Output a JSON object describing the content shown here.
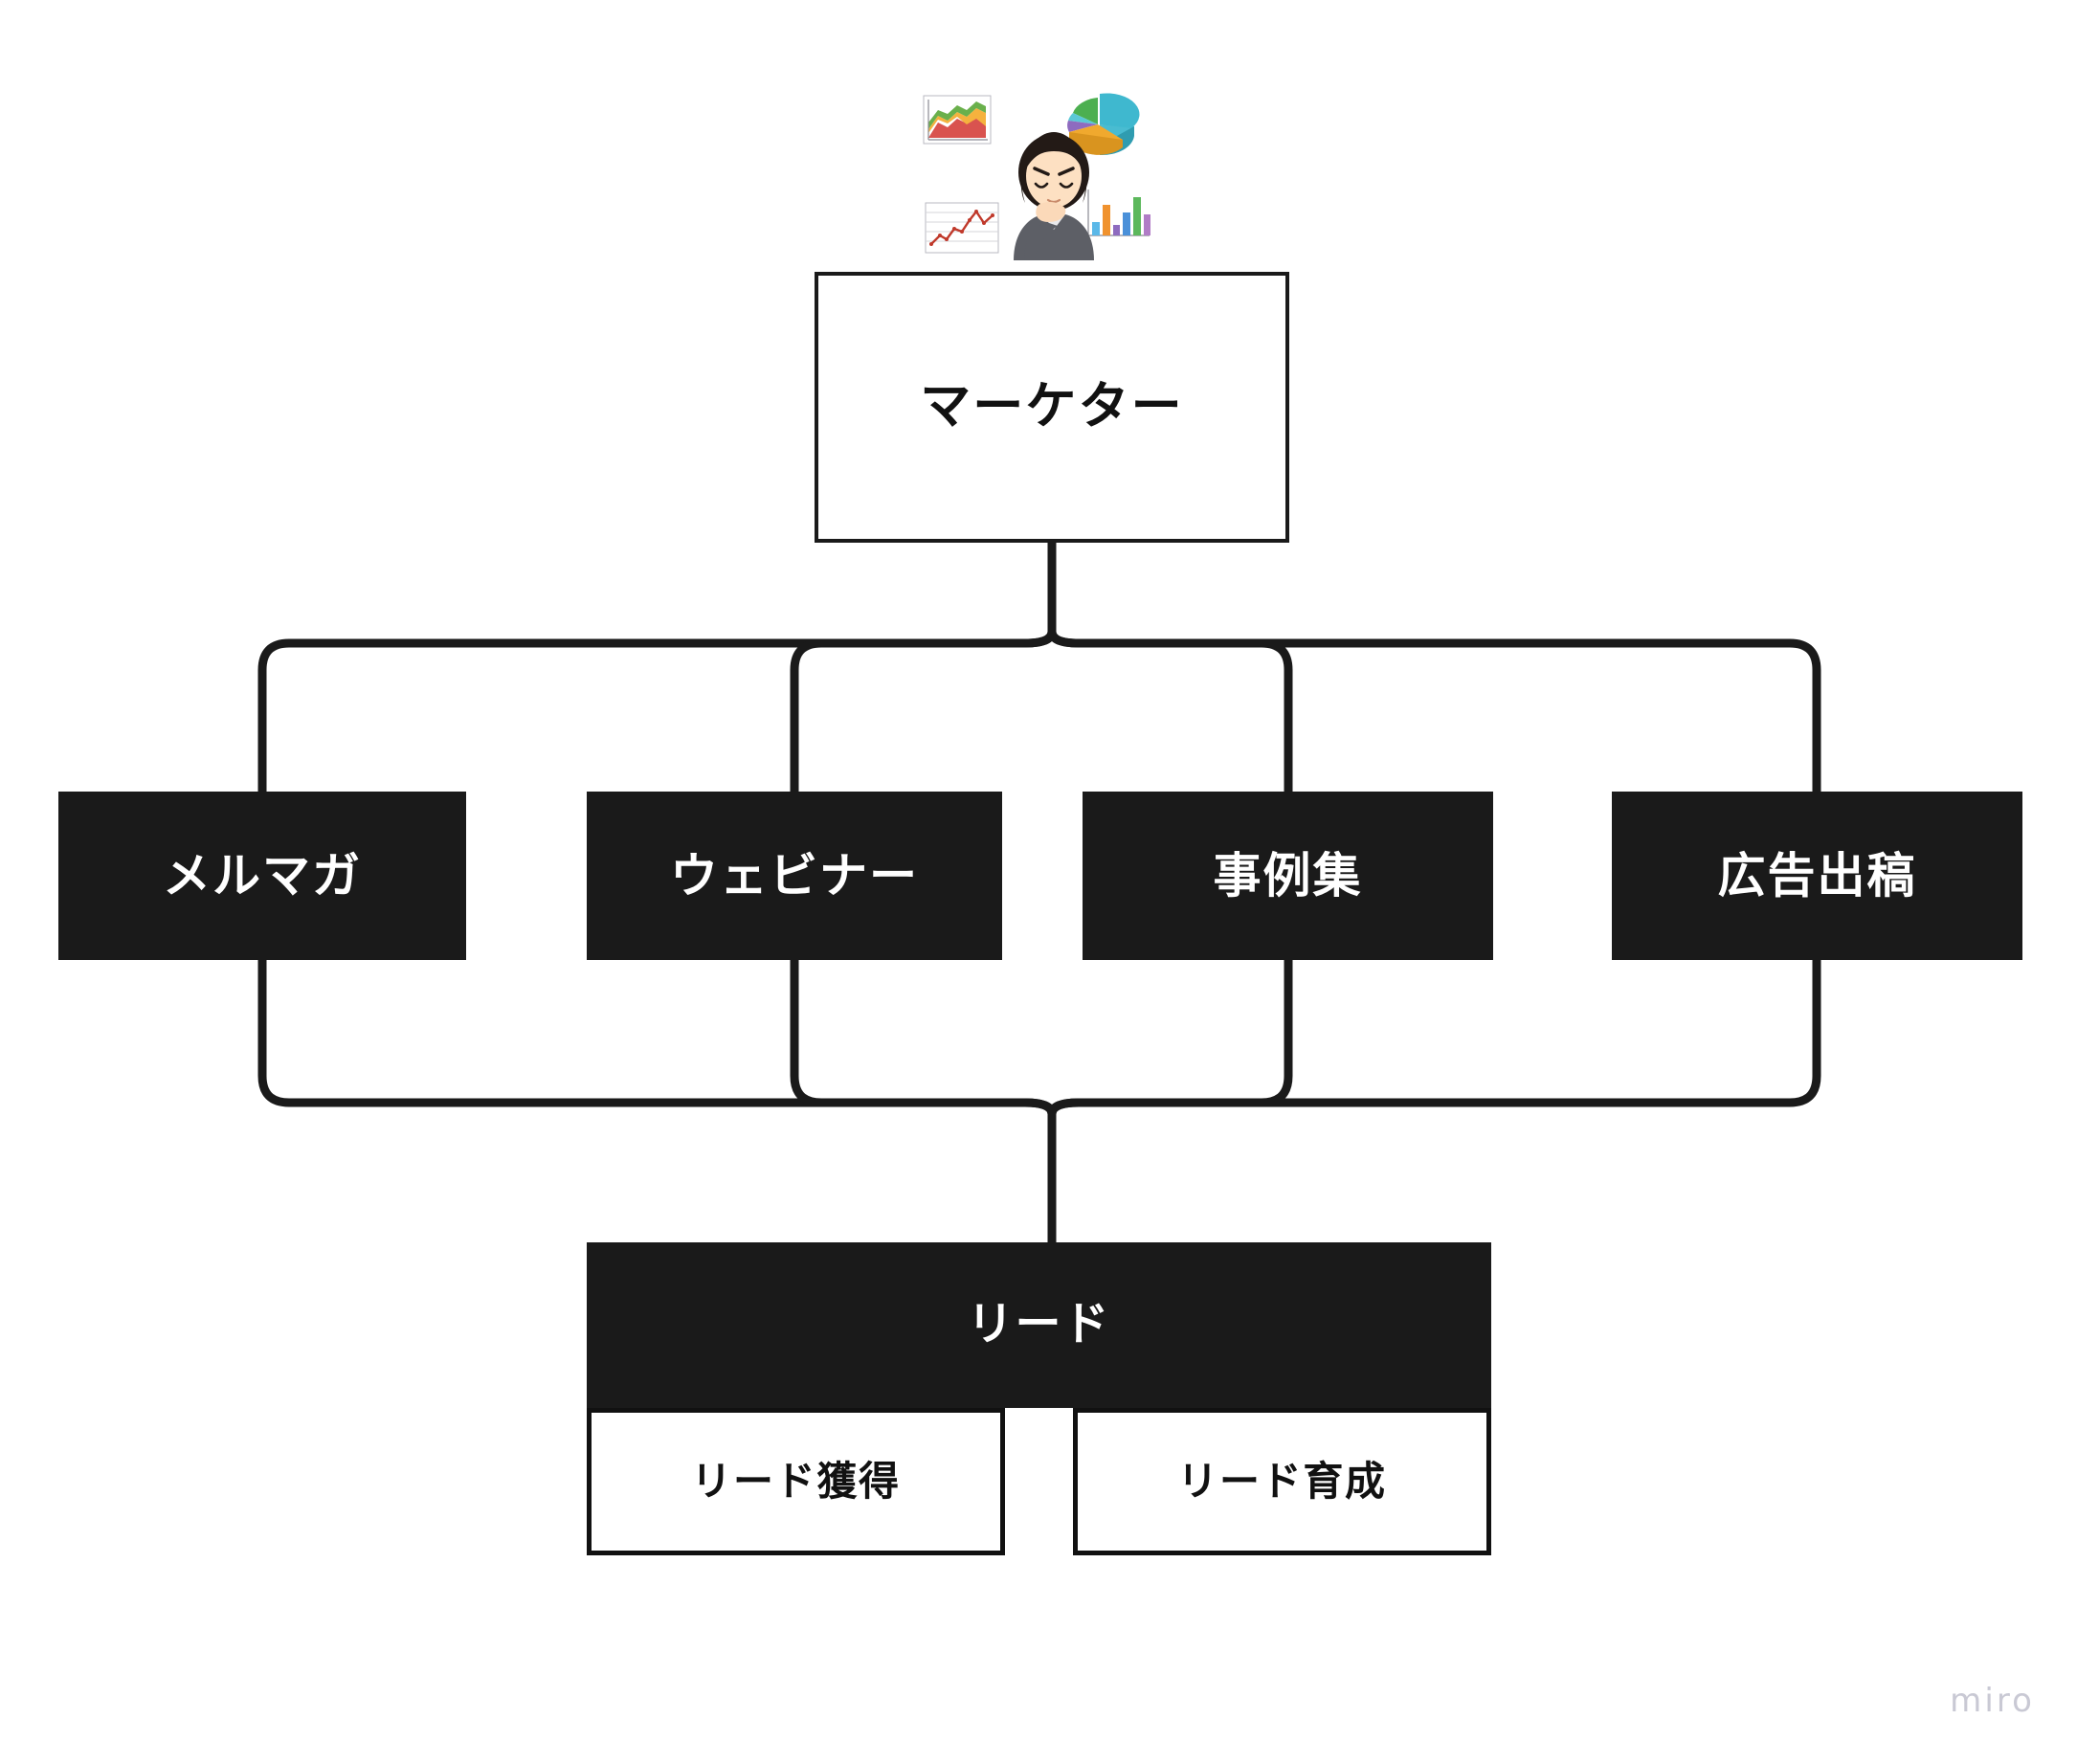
{
  "board": {
    "watermark": "miro",
    "background_color": "#ffffff",
    "line_color": "#1a1a1a",
    "fill_dark": "#1a1a1a",
    "fill_light": "#ffffff",
    "text_on_dark": "#ffffff",
    "text_on_light": "#111111"
  },
  "illustration": {
    "name": "thinking-marketer-with-charts",
    "description": "Illustration of a woman in a gray suit thinking, surrounded by an area chart, a pie chart, a line chart and a bar chart",
    "charts": [
      {
        "name": "area-chart",
        "colors": [
          "#6ab04c",
          "#f5b23e",
          "#d9534f"
        ]
      },
      {
        "name": "pie-chart",
        "colors": [
          "#4cbcd4",
          "#f0a92e",
          "#8e6bbf",
          "#4caf50",
          "#5bc8d6"
        ]
      },
      {
        "name": "line-chart",
        "colors": [
          "#c0392b"
        ]
      },
      {
        "name": "bar-chart",
        "colors": [
          "#5bb8e8",
          "#f0922e",
          "#8e6bbf",
          "#4a90d9",
          "#5cb85c",
          "#b07cc6"
        ]
      }
    ]
  },
  "diagram": {
    "root": {
      "label": "マーケター",
      "style": "light"
    },
    "channels": [
      {
        "label": "メルマガ",
        "style": "dark"
      },
      {
        "label": "ウェビナー",
        "style": "dark"
      },
      {
        "label": "事例集",
        "style": "dark"
      },
      {
        "label": "広告出稿",
        "style": "dark"
      }
    ],
    "lead": {
      "header": {
        "label": "リード",
        "style": "dark"
      },
      "items": [
        {
          "label": "リード獲得",
          "style": "light"
        },
        {
          "label": "リード育成",
          "style": "light"
        }
      ]
    }
  }
}
